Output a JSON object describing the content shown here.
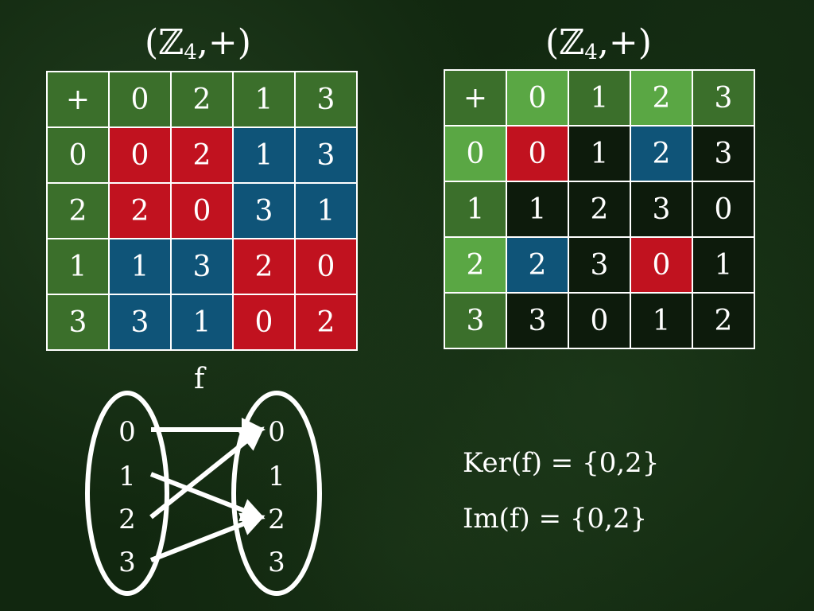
{
  "colors": {
    "background": "#11270f",
    "green_dark": "#3b6f2b",
    "green_light": "#5aa744",
    "red": "#c1121f",
    "blue": "#0f5478",
    "black": "#0d1b0c",
    "white": "#ffffff"
  },
  "left": {
    "title": {
      "prefix": "(ℤ",
      "sub": "4",
      "suffix": ",+)"
    },
    "rows": [
      [
        "+",
        "0",
        "2",
        "1",
        "3"
      ],
      [
        "0",
        "0",
        "2",
        "1",
        "3"
      ],
      [
        "2",
        "2",
        "0",
        "3",
        "1"
      ],
      [
        "1",
        "1",
        "3",
        "2",
        "0"
      ],
      [
        "3",
        "3",
        "1",
        "0",
        "2"
      ]
    ],
    "fills": [
      [
        "green_dark",
        "green_dark",
        "green_dark",
        "green_dark",
        "green_dark"
      ],
      [
        "green_dark",
        "red",
        "red",
        "blue",
        "blue"
      ],
      [
        "green_dark",
        "red",
        "red",
        "blue",
        "blue"
      ],
      [
        "green_dark",
        "blue",
        "blue",
        "red",
        "red"
      ],
      [
        "green_dark",
        "blue",
        "blue",
        "red",
        "red"
      ]
    ]
  },
  "right": {
    "title": {
      "prefix": "(ℤ",
      "sub": "4",
      "suffix": ",+)"
    },
    "rows": [
      [
        "+",
        "0",
        "1",
        "2",
        "3"
      ],
      [
        "0",
        "0",
        "1",
        "2",
        "3"
      ],
      [
        "1",
        "1",
        "2",
        "3",
        "0"
      ],
      [
        "2",
        "2",
        "3",
        "0",
        "1"
      ],
      [
        "3",
        "3",
        "0",
        "1",
        "2"
      ]
    ],
    "fills": [
      [
        "green_dark",
        "green_light",
        "green_dark",
        "green_light",
        "green_dark"
      ],
      [
        "green_light",
        "red",
        "black",
        "blue",
        "black"
      ],
      [
        "green_dark",
        "black",
        "black",
        "black",
        "black"
      ],
      [
        "green_light",
        "blue",
        "black",
        "red",
        "black"
      ],
      [
        "green_dark",
        "black",
        "black",
        "black",
        "black"
      ]
    ]
  },
  "mapping": {
    "label": "f",
    "domain": [
      "0",
      "1",
      "2",
      "3"
    ],
    "codomain": [
      "0",
      "1",
      "2",
      "3"
    ],
    "arrows": [
      {
        "from": "0",
        "to": "0"
      },
      {
        "from": "1",
        "to": "2"
      },
      {
        "from": "2",
        "to": "0"
      },
      {
        "from": "3",
        "to": "2"
      }
    ]
  },
  "kernel": {
    "text": "Ker(f) =  {0,2}"
  },
  "image": {
    "text": "Im(f) =  {0,2}"
  }
}
